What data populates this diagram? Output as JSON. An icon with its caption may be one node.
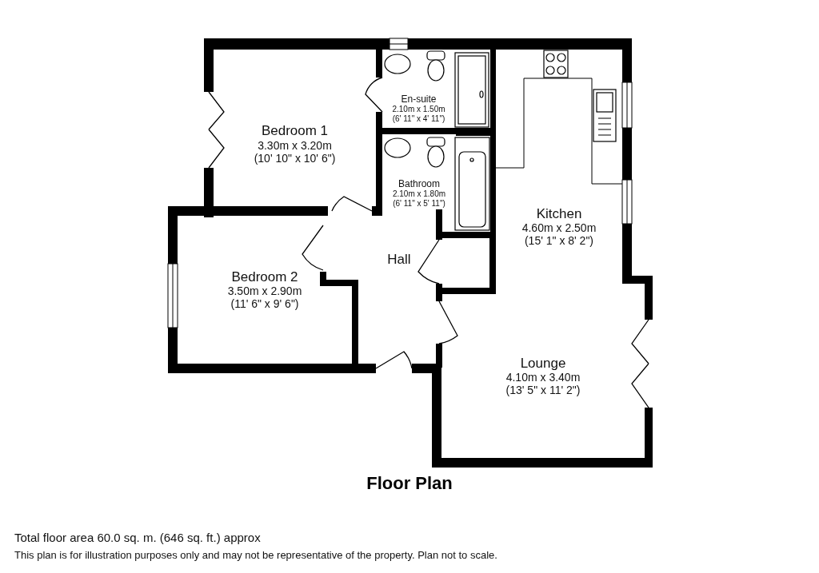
{
  "diagram": {
    "title": "Floor Plan",
    "nodes": [
      {
        "text": [
          "Bedroom 1",
          "3.30m x 3.20m",
          "(10' 10\" x 10' 6\")"
        ]
      },
      {
        "text": [
          "En-suite",
          "2.10m x 1.50m",
          "(6' 11\" x 4' 11\")"
        ]
      },
      {
        "text": [
          "Bathroom",
          "2.10m x 1.80m",
          "(6' 11\" x 5' 11\")"
        ]
      },
      {
        "text": [
          "Kitchen",
          "4.60m x 2.50m",
          "(15' 1\" x 8' 2\")"
        ]
      },
      {
        "text": [
          "Hall"
        ]
      },
      {
        "text": [
          "Bedroom 2",
          "3.50m x 2.90m",
          "(11' 6\" x 9' 6\")"
        ]
      },
      {
        "text": [
          "Lounge",
          "4.10m x 3.40m",
          "(13' 5\" x 11' 2\")"
        ]
      }
    ],
    "edges": [],
    "labels": [
      "Total floor area 60.0 sq. m. (646 sq. ft.) approx",
      "This plan is for illustration purposes only and may not be representative of the property. Plan not to scale."
    ]
  }
}
